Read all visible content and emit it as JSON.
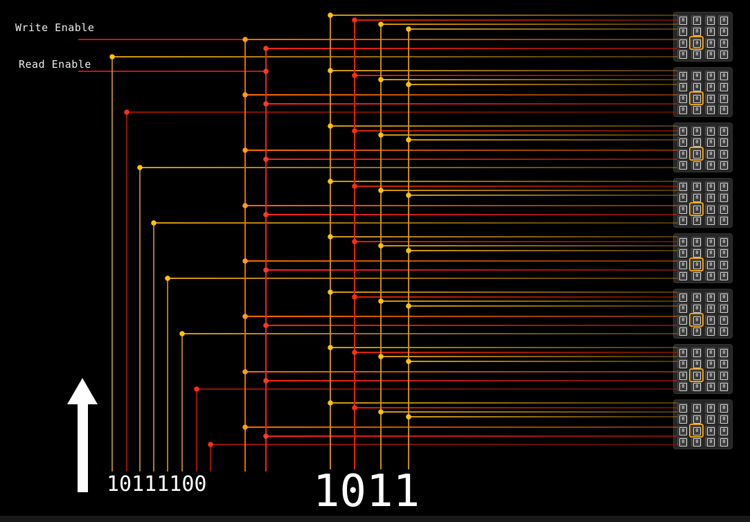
{
  "labels": {
    "write_enable": "Write Enable",
    "read_enable": "Read Enable"
  },
  "data_input": {
    "bits": "10111100"
  },
  "address_input": {
    "bits": "1011"
  },
  "memory": {
    "block_count": 8,
    "rows": 4,
    "cols": 4,
    "cell_value": "0",
    "highlighted_row": 3,
    "highlighted_col": 2
  },
  "colors": {
    "background": "#000000",
    "bit_on": "#d79b12",
    "bit_off": "#941400",
    "addr_off": "#e02202",
    "write_enable": "#ff6a00",
    "read_enable": "#ff2416",
    "enable_feed": "#bf1a0c",
    "dot_on": "#ffc30a",
    "dot_off": "#ff2d12",
    "dot_we": "#ff9d1a",
    "dot_re": "#ff3b1e",
    "highlight": "#eba313",
    "block_bg": "#262626",
    "text": "#ffffff",
    "arrow": "#ffffff"
  }
}
